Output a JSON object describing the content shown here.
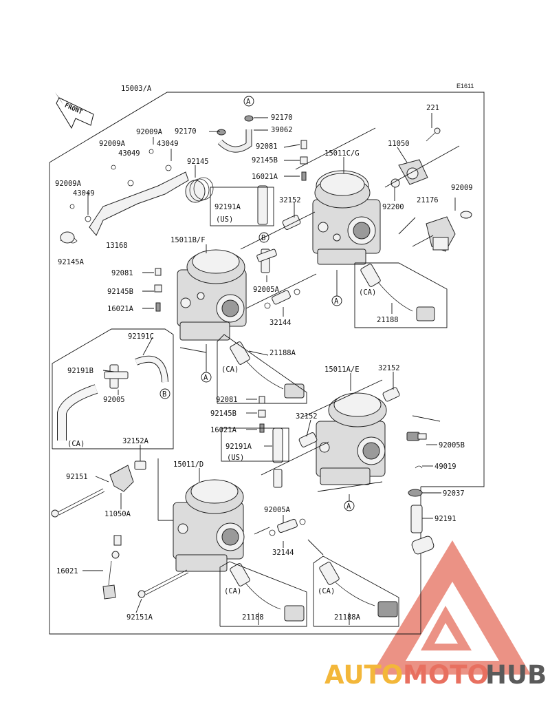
{
  "diagram_code": "E1611",
  "front_arrow_label": "FRONT",
  "ref_marks": {
    "a": "A",
    "b": "B"
  },
  "region_tags": {
    "ca": "(CA)",
    "us": "(US)"
  },
  "labels": {
    "p15003a": "15003/A",
    "p92170_top": "92170",
    "p92170_left": "92170",
    "p39062": "39062",
    "p221": "221",
    "p11050": "11050",
    "p92009a_top": "92009A",
    "p43049_top": "43049",
    "p92009a_mid": "92009A",
    "p43049_mid": "43049",
    "p92145": "92145",
    "p92081_top": "92081",
    "p92145b_top": "92145B",
    "p16021a_top": "16021A",
    "p15011cg": "15011C/G",
    "p92009a_left": "92009A",
    "p43049_left": "43049",
    "p92009": "92009",
    "p92191a_top": "92191A",
    "p32152_top": "32152",
    "p92200": "92200",
    "p21176": "21176",
    "p13168": "13168",
    "p92145a": "92145A",
    "p15011bf": "15011B/F",
    "p92081_mid": "92081",
    "p92145b_mid": "92145B",
    "p16021a_mid": "16021A",
    "p92005a_top": "92005A",
    "p32144_top": "32144",
    "p21188_top": "21188",
    "p92191c": "92191C",
    "p92191b": "92191B",
    "p92005": "92005",
    "p21188a_top": "21188A",
    "p15011ae": "15011A/E",
    "p32152_right": "32152",
    "p92081_low": "92081",
    "p92145b_low": "92145B",
    "p16021a_low": "16021A",
    "p32152_low": "32152",
    "p92191a_low": "92191A",
    "p92005b": "92005B",
    "p32152a": "32152A",
    "p49019": "49019",
    "p15011d": "15011/D",
    "p92151": "92151",
    "p11050a": "11050A",
    "p92037": "92037",
    "p92005a_low": "92005A",
    "p92191": "92191",
    "p32144_low": "32144",
    "p16021": "16021",
    "p21188_low": "21188",
    "p21188a_low": "21188A",
    "p92151a": "92151A"
  },
  "watermark": {
    "part1": "AUTO",
    "part2": "MOTO",
    "part3": "HUB",
    "color_orange": "#f3b73a",
    "color_red": "#e87060",
    "color_gray": "#5a5a5a"
  }
}
